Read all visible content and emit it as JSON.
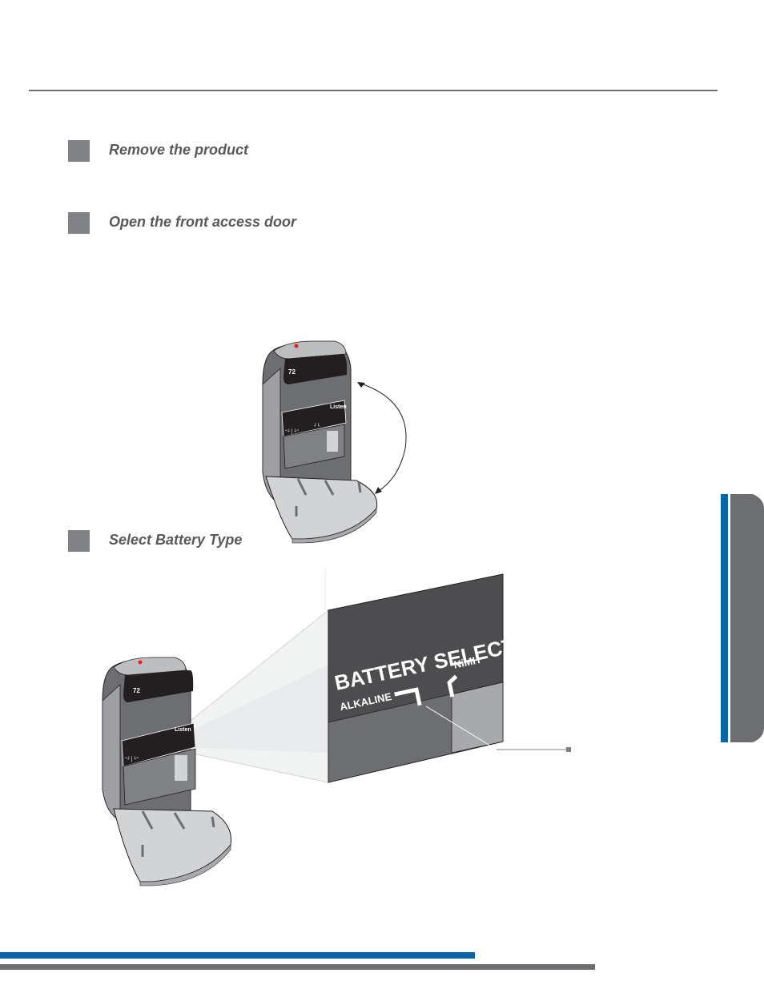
{
  "steps": [
    {
      "label": "Remove the product"
    },
    {
      "label": "Open the front access door"
    },
    {
      "label": "Select Battery Type"
    }
  ],
  "device": {
    "model_number": "72",
    "brand": "Listen",
    "switch_left_mark": "“┘│└”",
    "switch_right_mark": "┘└"
  },
  "callout": {
    "title": "BATTERY SELECT",
    "left_option": "ALKALINE",
    "right_option": "NiMH"
  },
  "colors": {
    "accent_blue": "#0b63a8",
    "rule_gray": "#6d6e71",
    "marker_gray": "#808184",
    "panel_dark": "#4d4d4f"
  },
  "icons": [
    "device-illustration",
    "door-swing-arrow-icon",
    "callout-pointer-icon"
  ]
}
